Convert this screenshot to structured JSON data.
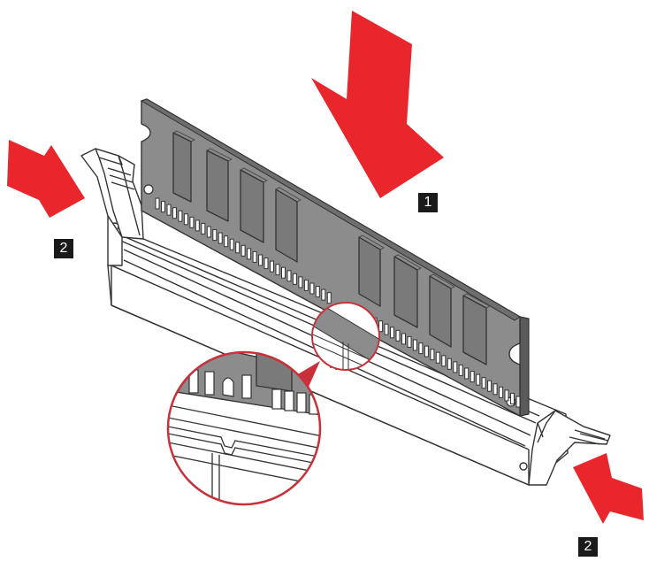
{
  "figure": {
    "colors": {
      "arrow": "#e8262c",
      "module_face": "#8c8c8c",
      "module_edge": "#5a5a5a",
      "chip": "#7a7a7a",
      "outline": "#333333",
      "slot": "#ffffff",
      "magnifier_ring": "#c8313a"
    },
    "icons": [
      "down-arrow-icon",
      "right-arrow-icon",
      "left-arrow-icon",
      "magnifier-icon"
    ],
    "steps": [
      {
        "label": "1",
        "action": "press-down"
      },
      {
        "label": "2",
        "action": "latch-left"
      },
      {
        "label": "2",
        "action": "latch-right"
      }
    ]
  }
}
